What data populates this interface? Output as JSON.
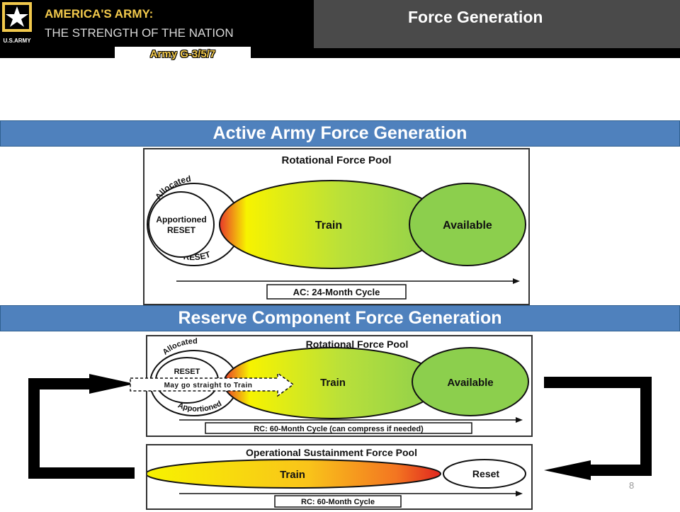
{
  "header": {
    "line1": "AMERICA'S ARMY:",
    "line2": "THE STRENGTH OF THE NATION",
    "title": "Force Generation",
    "office": "Army G-3/5/7",
    "logo_text": "U.S.ARMY"
  },
  "active": {
    "banner": "Active Army Force Generation",
    "pool_title": "Rotational Force Pool",
    "allocated": "Allocated",
    "apportioned": "Apportioned",
    "reset_inner": "RESET",
    "reset_outer": "RESET",
    "train": "Train",
    "available": "Available",
    "cycle": "AC: 24-Month Cycle"
  },
  "reserve": {
    "banner": "Reserve Component Force Generation",
    "pool_title": "Rotational Force Pool",
    "allocated": "Allocated",
    "reset": "RESET",
    "apportioned": "Apportioned",
    "straight": "May go straight to Train",
    "train": "Train",
    "available": "Available",
    "cycle": "RC: 60-Month Cycle (can compress if needed)",
    "ops_title": "Operational Sustainment Force Pool",
    "ops_train": "Train",
    "ops_reset": "Reset",
    "ops_cycle": "RC: 60-Month Cycle"
  },
  "page_number": "8",
  "colors": {
    "gold": "#f2c94c",
    "banner_blue": "#4f81bd",
    "green": "#8ccf4d"
  }
}
